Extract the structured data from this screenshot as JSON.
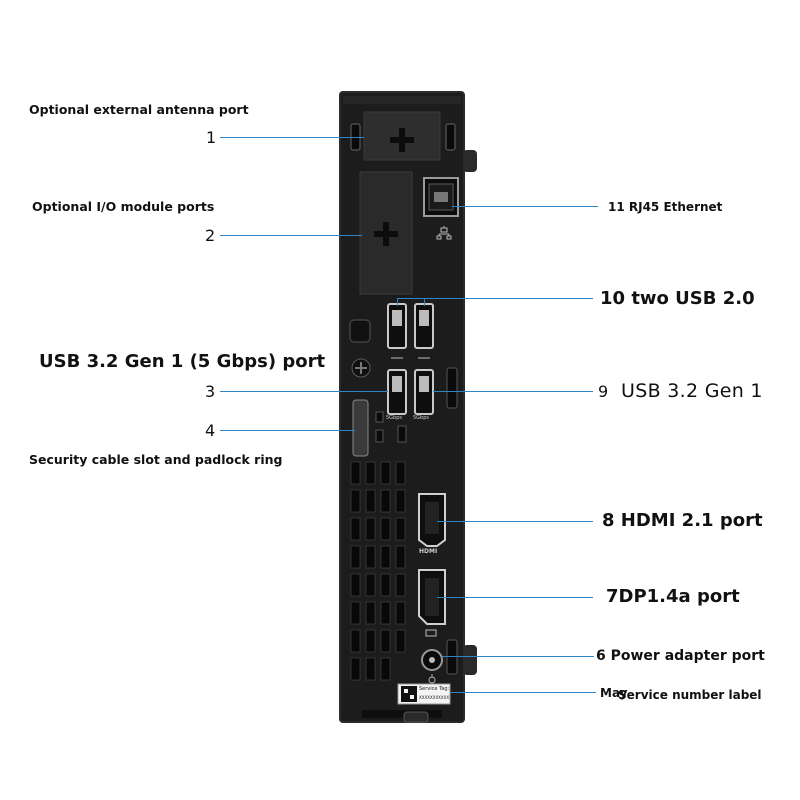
{
  "callouts": {
    "c1": {
      "num": "1",
      "desc": "Optional external antenna port"
    },
    "c2": {
      "num": "2",
      "desc": "Optional I/O module ports"
    },
    "c3": {
      "num": "3",
      "desc": "USB 3.2 Gen 1 (5 Gbps) port"
    },
    "c4": {
      "num": "4",
      "desc": "Security cable slot and padlock ring"
    },
    "c6": {
      "text": "6 Power adapter port"
    },
    "c5": {
      "prefix": "May",
      "text": "Service number label"
    },
    "c7": {
      "text": "7DP1.4a port"
    },
    "c8": {
      "text": "8 HDMI 2.1 port"
    },
    "c9": {
      "num": "9",
      "text": "USB 3.2 Gen 1"
    },
    "c10": {
      "text": "10 two USB 2.0"
    },
    "c11": {
      "text": "11 RJ45 Ethernet"
    }
  },
  "device_markings": {
    "hdmi_logo": "HDMI",
    "usb_speed_badge": "5Gbps",
    "service_tag_label": "Service Tag:",
    "service_tag_value": "XXXXXXXXXXX"
  },
  "colors": {
    "leader_line": "#2f86c6",
    "chassis": "#1c1c1c",
    "chassis_edge": "#2a2a2a",
    "port_metal": "#d8d8d8"
  },
  "icons": [
    "plus-icon",
    "network-icon",
    "usb-icon",
    "displayport-icon",
    "power-icon"
  ]
}
